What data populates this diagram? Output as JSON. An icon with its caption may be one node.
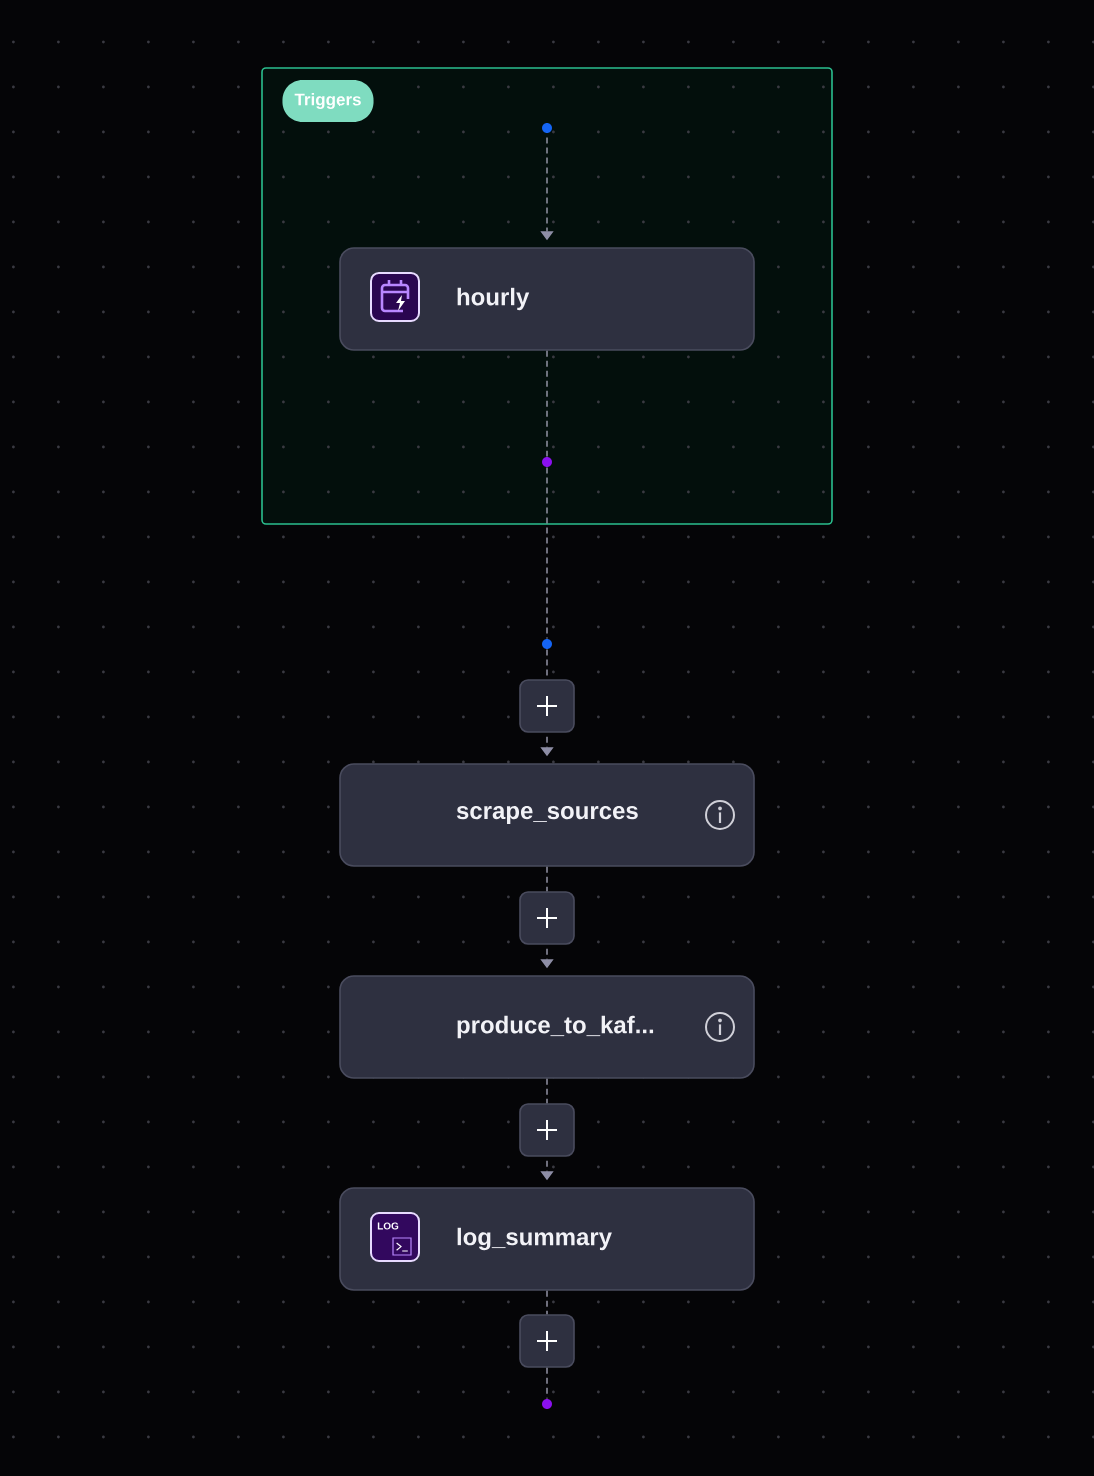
{
  "diagram": {
    "nodes": [
      {
        "text": [
          "Triggers"
        ]
      },
      {
        "text": [],
        "shape": "circle",
        "in": 0
      },
      {
        "text": [
          "hourly"
        ],
        "in": 0
      },
      {
        "text": [],
        "shape": "circle",
        "in": 0
      },
      {
        "text": [],
        "shape": "circle"
      },
      {
        "text": [],
        "shape": "box"
      },
      {
        "text": [
          "scrape_sources"
        ]
      },
      {
        "text": [],
        "shape": "box"
      },
      {
        "text": [
          "produce_to_kaf..."
        ]
      },
      {
        "text": [],
        "shape": "box"
      },
      {
        "text": [
          "log_summary"
        ]
      },
      {
        "text": [],
        "shape": "box"
      },
      {
        "text": [],
        "shape": "circle"
      }
    ],
    "edges": [
      {
        "from": 1,
        "to": 2,
        "arrow": "to"
      },
      {
        "from": 2,
        "to": 3,
        "arrow": "none"
      },
      {
        "from": 3,
        "to": 4,
        "arrow": "none"
      },
      {
        "from": 4,
        "to": 5,
        "arrow": "none"
      },
      {
        "from": 5,
        "to": 6,
        "arrow": "to"
      },
      {
        "from": 6,
        "to": 7,
        "arrow": "none"
      },
      {
        "from": 7,
        "to": 8,
        "arrow": "to"
      },
      {
        "from": 8,
        "to": 9,
        "arrow": "none"
      },
      {
        "from": 9,
        "to": 10,
        "arrow": "to"
      },
      {
        "from": 10,
        "to": 11,
        "arrow": "none"
      },
      {
        "from": 11,
        "to": 12,
        "arrow": "none"
      }
    ],
    "labels": [
      "LOG"
    ]
  }
}
